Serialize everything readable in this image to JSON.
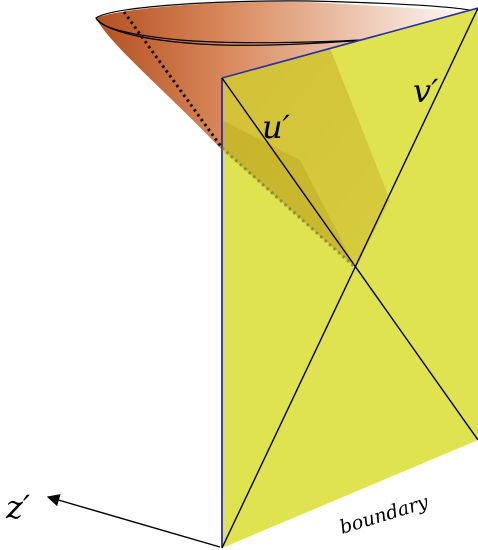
{
  "labels": {
    "u": "u′",
    "v": "v′",
    "z": "z′",
    "boundary": "boundary"
  },
  "colors": {
    "plane_fill": "#dfe34f",
    "plane_edge": "#2a2fa8",
    "cone_dark": "#c25a25",
    "cone_light": "#ffffff",
    "shadow": "#b8a61a",
    "line": "#000000"
  }
}
